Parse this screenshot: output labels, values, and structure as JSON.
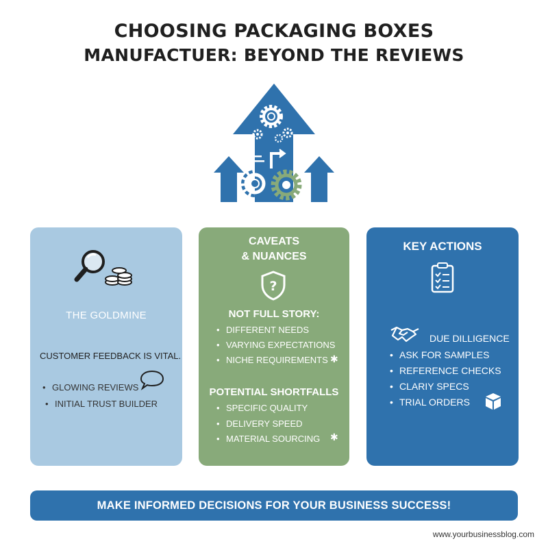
{
  "header": {
    "title_line1": "CHOOSING PACKAGING BOXES",
    "title_line2": "MANUFACTUER: BEYOND THE REVIEWS"
  },
  "hero": {
    "icons": [
      "up-arrow-icon",
      "gear-icon",
      "direction-arrow-icon",
      "list-icon"
    ],
    "colors": {
      "blue": "#2f72ad",
      "green": "#88aa7a"
    }
  },
  "left_panel": {
    "color": "#a9c9e1",
    "icons": [
      "magnifier-icon",
      "coins-icon",
      "speech-bubble-icon"
    ],
    "heading": "THE GOLDMINE",
    "lead": "CUSTOMER FEEDBACK IS VITAL.",
    "items": [
      "GLOWING REVIEWS",
      "INITIAL TRUST BUILDER"
    ]
  },
  "middle_panel": {
    "color": "#88aa7a",
    "heading_line1": "CAVEATS",
    "heading_line2": "& NUANCES",
    "icons": [
      "shield-question-icon",
      "sparkle-icon"
    ],
    "section1_title": "NOT FULL STORY:",
    "section1_items": [
      "DIFFERENT NEEDS",
      "VARYING EXPECTATIONS",
      "NICHE REQUIREMENTS"
    ],
    "section2_title": "POTENTIAL SHORTFALLS",
    "section2_items": [
      "SPECIFIC QUALITY",
      "DELIVERY SPEED",
      "MATERIAL SOURCING"
    ]
  },
  "right_panel": {
    "color": "#2f72ad",
    "heading": "KEY ACTIONS",
    "icons": [
      "clipboard-checklist-icon",
      "handshake-icon",
      "box-icon"
    ],
    "due_label": "DUE DILLIGENCE",
    "items": [
      "ASK FOR SAMPLES",
      "REFERENCE CHECKS",
      "CLARIY SPECS",
      "TRIAL ORDERS"
    ]
  },
  "banner": {
    "text": "MAKE INFORMED DECISIONS FOR YOUR BUSINESS SUCCESS!"
  },
  "footer": {
    "url": "www.yourbusinessblog.com"
  }
}
